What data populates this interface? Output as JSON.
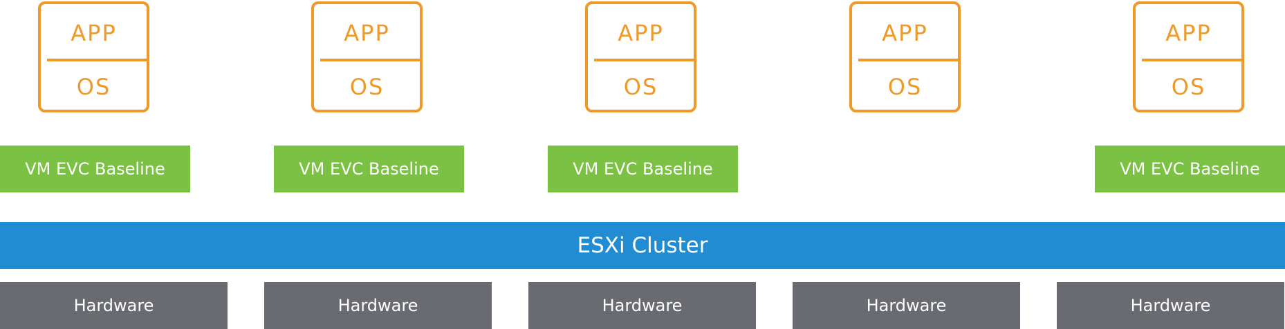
{
  "vms": [
    {
      "app": "APP",
      "os": "OS"
    },
    {
      "app": "APP",
      "os": "OS"
    },
    {
      "app": "APP",
      "os": "OS"
    },
    {
      "app": "APP",
      "os": "OS"
    },
    {
      "app": "APP",
      "os": "OS"
    }
  ],
  "evc_baselines": [
    {
      "label": "VM EVC Baseline"
    },
    {
      "label": "VM EVC Baseline"
    },
    {
      "label": "VM EVC Baseline"
    },
    {
      "label": "VM EVC Baseline"
    }
  ],
  "cluster": {
    "label": "ESXi Cluster"
  },
  "hardware": [
    {
      "label": "Hardware"
    },
    {
      "label": "Hardware"
    },
    {
      "label": "Hardware"
    },
    {
      "label": "Hardware"
    },
    {
      "label": "Hardware"
    }
  ],
  "colors": {
    "vm_outline": "#EE9A2A",
    "evc_baseline": "#7BC143",
    "cluster": "#218CD2",
    "hardware": "#696B70"
  }
}
